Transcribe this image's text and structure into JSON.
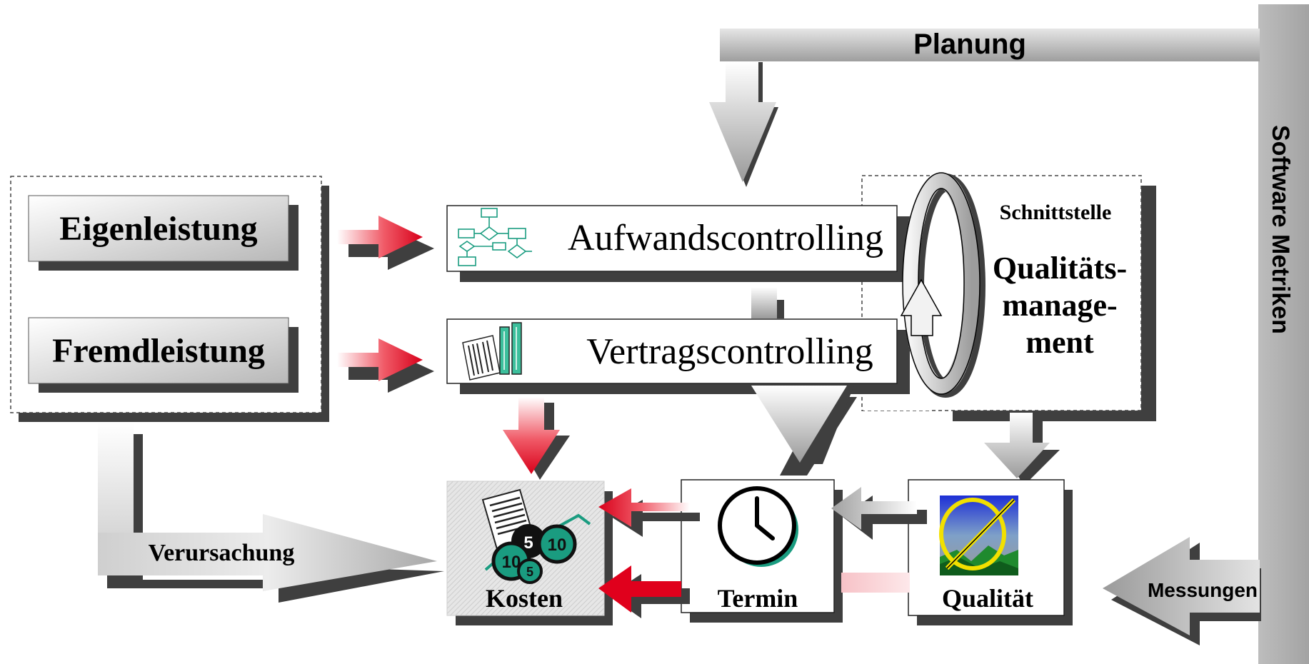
{
  "header": {
    "planning_label": "Planung"
  },
  "sidebar": {
    "title": "Software Metriken"
  },
  "sources": {
    "own_work_label": "Eigenleistung",
    "external_work_label": "Fremdleistung"
  },
  "controlling": {
    "effort_label": "Aufwandscontrolling",
    "contract_label": "Vertragscontrolling"
  },
  "interface": {
    "heading": "Schnittstelle",
    "title_line1": "Qualitäts-",
    "title_line2": "manage-",
    "title_line3": "ment"
  },
  "outcomes": {
    "cost_label": "Kosten",
    "schedule_label": "Termin",
    "quality_label": "Qualität"
  },
  "arrows": {
    "causation_label": "Verursachung",
    "measurements_label": "Messungen"
  },
  "coin_labels": [
    "5",
    "10",
    "10",
    "5"
  ],
  "icons": {
    "flowchart": "flowchart-icon",
    "documents": "documents-icon",
    "cycle": "cycle-arrow-icon",
    "money": "money-icon",
    "clock": "clock-icon",
    "quality": "quality-chart-icon"
  },
  "colors": {
    "red_arrow": "#e0001c",
    "gray_arrow": "#a6a6a6",
    "shadow": "#3f3f3f",
    "sidebar": "#b3b3b3",
    "teal": "#1a9c80"
  }
}
